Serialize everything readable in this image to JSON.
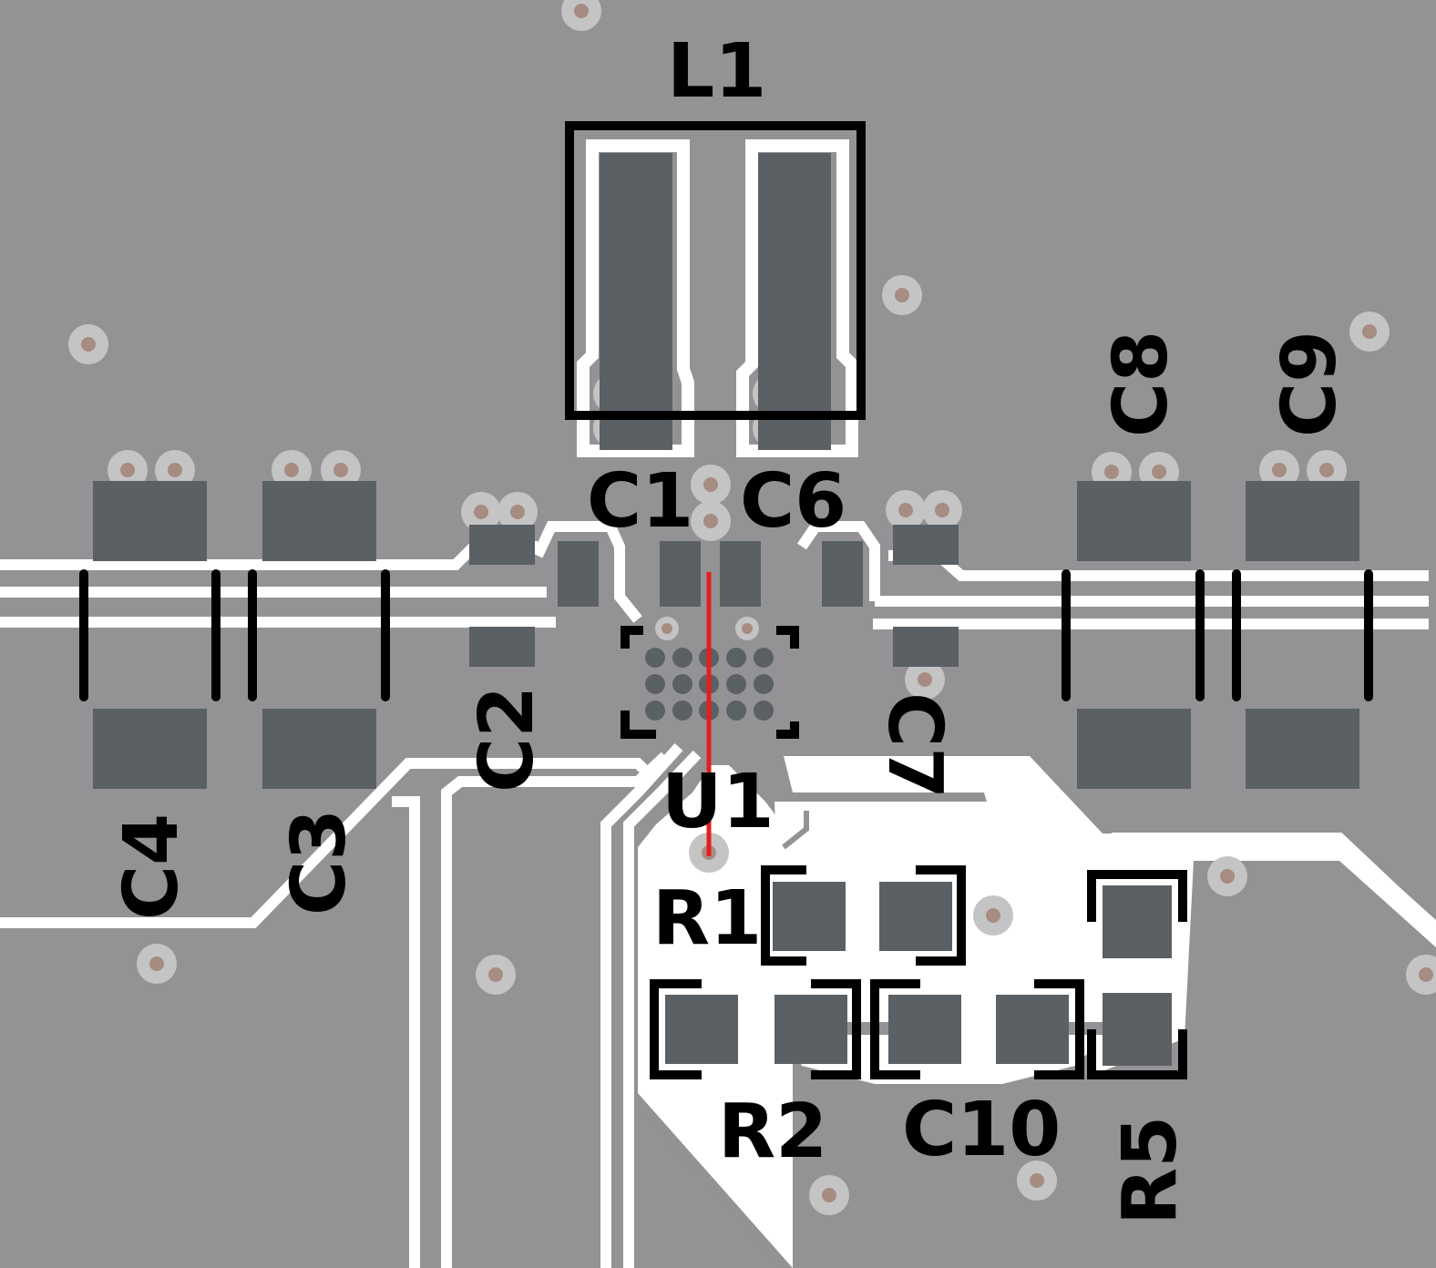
{
  "board": {
    "background_color": "#939395",
    "copper_color": "#ffffff",
    "pad_color": "#5b6064",
    "silkscreen_color": "#000000",
    "ratsnest_color": "#e41e1e"
  },
  "components": {
    "L1": "L1",
    "C1": "C1",
    "C6": "C6",
    "C2": "C2",
    "C7": "C7",
    "C3": "C3",
    "C4": "C4",
    "C8": "C8",
    "C9": "C9",
    "U1": "U1",
    "R1": "R1",
    "R2": "R2",
    "C10": "C10",
    "R5": "R5"
  }
}
